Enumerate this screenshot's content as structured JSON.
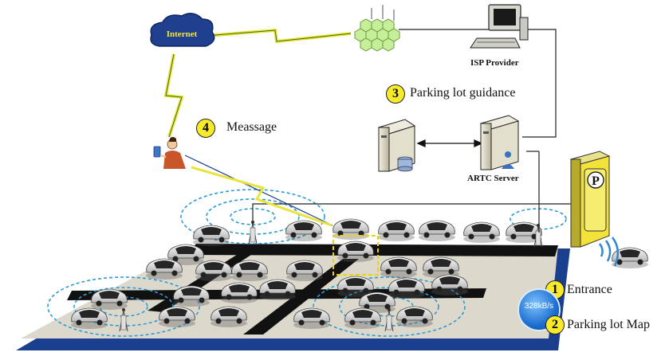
{
  "internet_label": "Internet",
  "isp_label": "ISP Provider",
  "artc_label": "ARTC Server",
  "guidance": {
    "num": "3",
    "label": "Parking lot guidance"
  },
  "message": {
    "num": "4",
    "label": "Meassage"
  },
  "entrance": {
    "num": "1",
    "label": "Entrance"
  },
  "map": {
    "num": "2",
    "label": "Parking lot Map"
  },
  "parking_sign": "P",
  "speed_badge": "328kB/s",
  "colors": {
    "cloud": "#1f3f8f",
    "road": "#111111",
    "lot_edge": "#1b3f8f",
    "lot_surface": "#dcd9cc",
    "wifi": "#2f9bd6",
    "badge": "#f7ea2a",
    "hive": "#c7ef9a"
  }
}
